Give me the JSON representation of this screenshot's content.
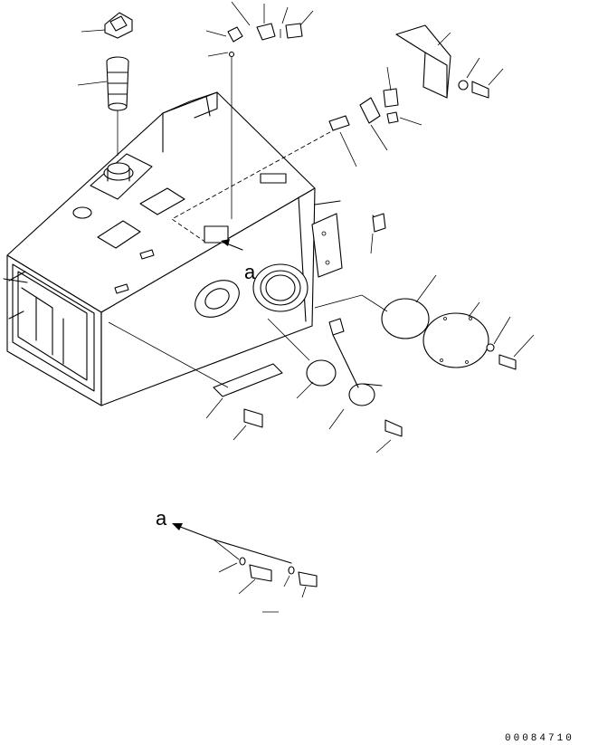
{
  "view_label": "a",
  "detail_label": "a",
  "drawing_code": "00084710"
}
